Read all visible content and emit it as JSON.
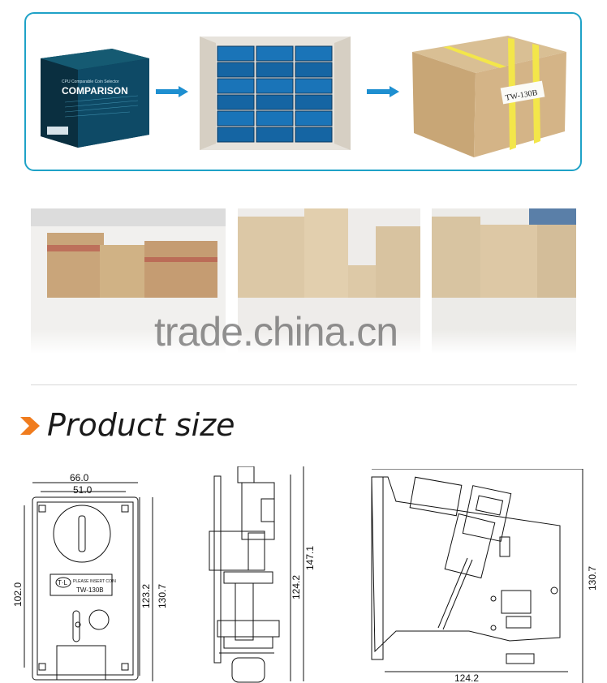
{
  "packaging": {
    "retail_box": {
      "subtitle": "CPU Comparable Coin Selector",
      "brand": "COMPARISON"
    },
    "shipping_carton_label": "TW-130B"
  },
  "warehouse": {
    "watermark": "trade.china.cn"
  },
  "product_size": {
    "heading": "Product size",
    "front_view": {
      "width_outer": "66.0",
      "width_inner": "51.0",
      "height_left": "102.0",
      "height_inner": "123.2",
      "height_outer": "130.7",
      "plate_logo": "T·L",
      "plate_text": "PLEASE INSERT COIN",
      "plate_model": "TW-130B"
    },
    "side_view": {
      "height_inner": "124.2",
      "height_outer": "147.1"
    },
    "rear_view": {
      "height": "130.7",
      "width": "124.2"
    }
  },
  "colors": {
    "panel_border": "#1fa2c7",
    "arrow": "#1e8fd0",
    "heading_marker": "#f07c1e"
  }
}
